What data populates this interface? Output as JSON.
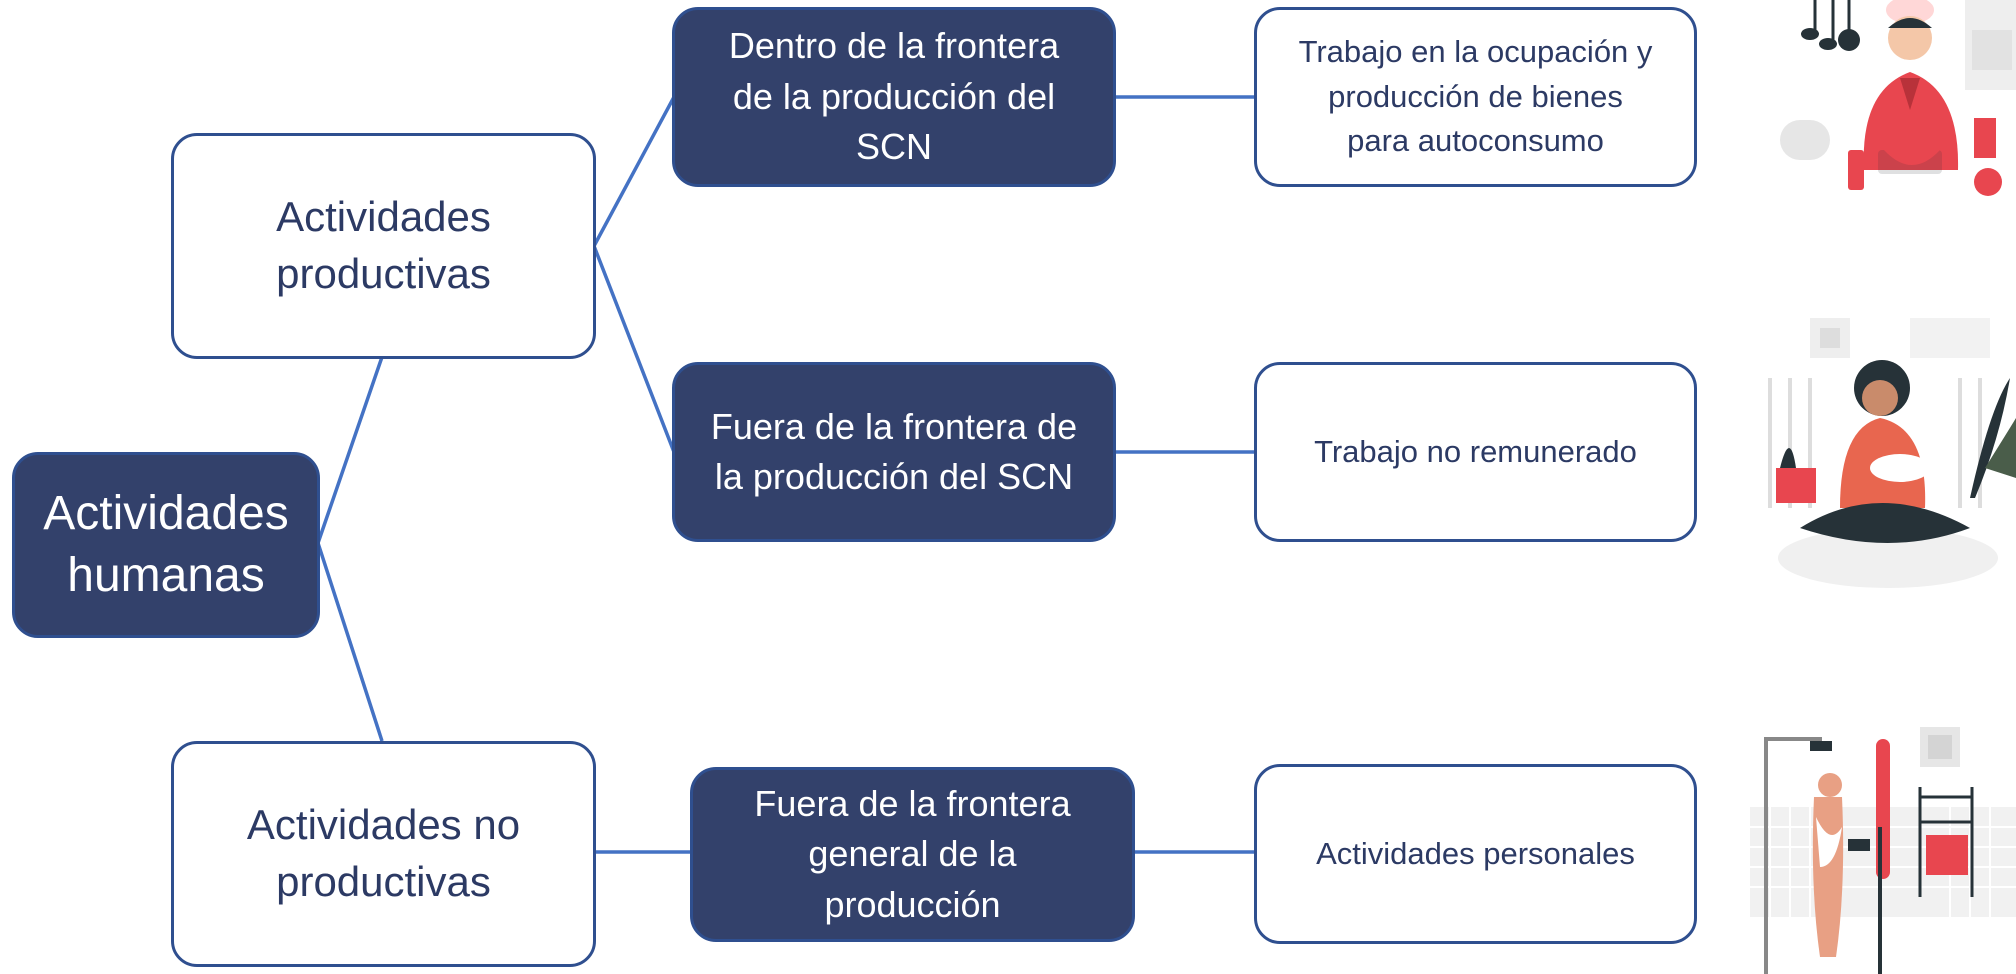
{
  "colors": {
    "dark_fill": "#33416b",
    "border": "#2f4f8f",
    "connector": "#4472c4",
    "light_text": "#2c3a64",
    "accent_red": "#e8464f"
  },
  "nodes": {
    "root": "Actividades\nhumanas",
    "productive": "Actividades\nproductivas",
    "non_productive": "Actividades no\nproductivas",
    "inside_scn": "Dentro de la frontera\nde la producción del\nSCN",
    "outside_scn": "Fuera de la frontera de\nla producción del SCN",
    "outside_general": "Fuera de la frontera\ngeneral de la\nproducción",
    "work_occupation": "Trabajo en la ocupación y\nproducción de bienes\npara autoconsumo",
    "unpaid_work": "Trabajo no remunerado",
    "personal_activities": "Actividades personales"
  },
  "illustrations": [
    {
      "name": "chef-cooking-illustration"
    },
    {
      "name": "mother-feeding-baby-illustration"
    },
    {
      "name": "person-showering-illustration"
    }
  ]
}
